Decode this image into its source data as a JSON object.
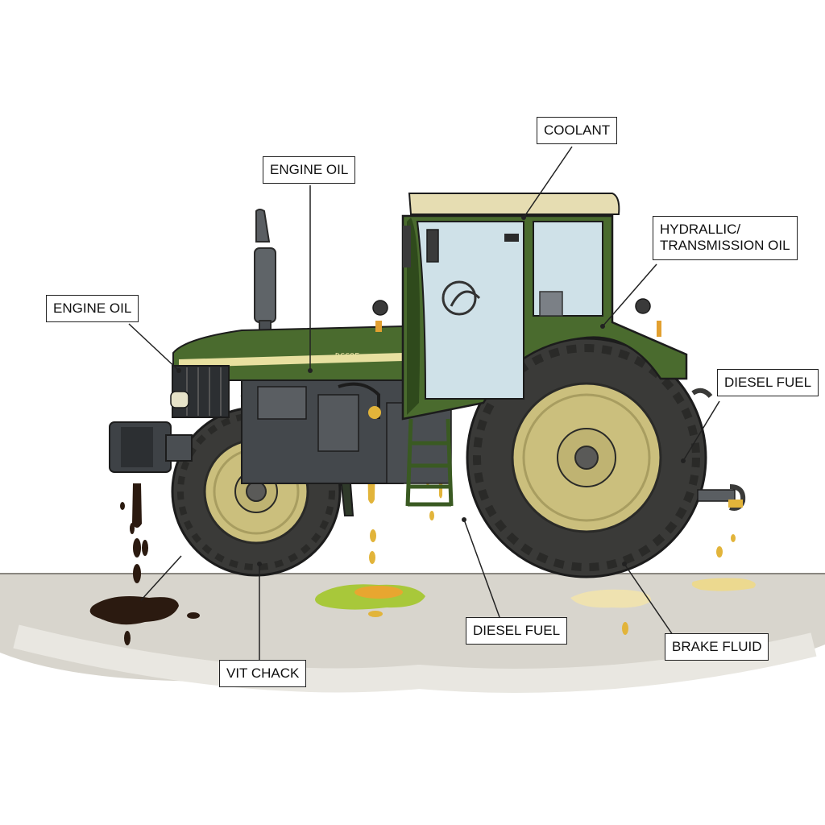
{
  "labels": {
    "engine_oil_top": "ENGINE OIL",
    "engine_oil_left": "ENGINE OIL",
    "coolant": "COOLANT",
    "hydraulic": "HYDRALLIC/\nTRANSMISSION OIL",
    "diesel_fuel_right": "DIESEL FUEL",
    "diesel_fuel_bottom": "DIESEL FUEL",
    "brake_fluid": "BRAKE FLUID",
    "vit_chack": "VIT CHACK"
  },
  "hood_badge": "DCCOE",
  "colors": {
    "body_green": "#4a6b2e",
    "dark_green": "#2f4a1c",
    "stripe": "#e8e0a0",
    "roof": "#e6ddb2",
    "rim": "#cbbf7d",
    "tire": "#3a3a38",
    "ground": "#d9d6cf",
    "oil": "#2b1a10",
    "fuel_yellow": "#e2b43a",
    "coolant_green": "#a8c83a"
  }
}
